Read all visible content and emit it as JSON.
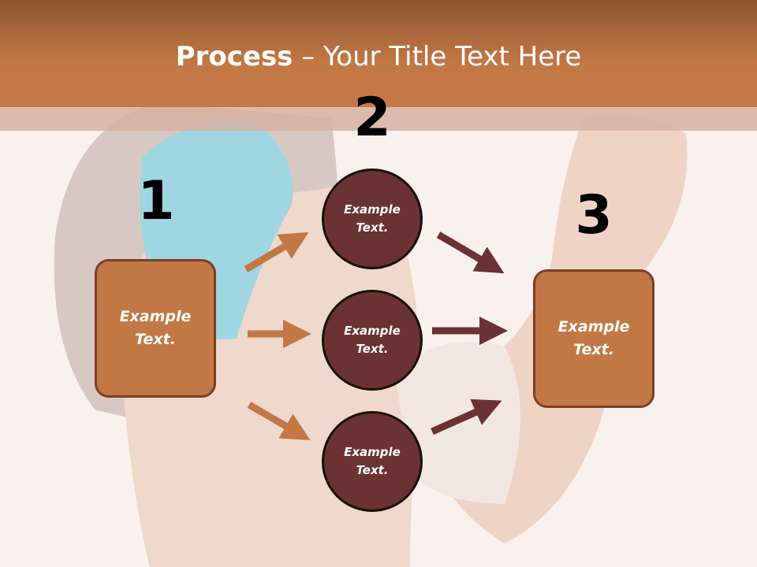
{
  "title": {
    "bold": "Process",
    "rest": " – Your Title Text Here"
  },
  "steps": {
    "one": "1",
    "two": "2",
    "three": "3"
  },
  "left_box": {
    "text": "Example Text."
  },
  "right_box": {
    "text": "Example Text."
  },
  "circles": [
    {
      "text": "Example Text."
    },
    {
      "text": "Example Text."
    },
    {
      "text": "Example Text."
    }
  ],
  "colors": {
    "header": "#c27844",
    "box": "#c27844",
    "circle": "#6a3233",
    "arrow_left": "#c27844",
    "arrow_right": "#6a3233"
  }
}
